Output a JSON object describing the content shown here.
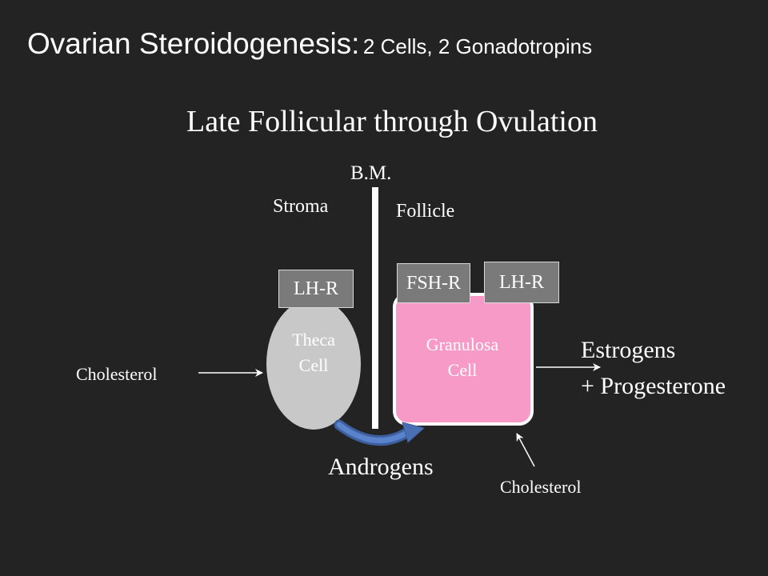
{
  "title": {
    "main": "Ovarian Steroidogenesis:",
    "sub": "2 Cells, 2 Gonadotropins"
  },
  "subtitle": "Late Follicular through Ovulation",
  "diagram": {
    "bm_label": "B.M.",
    "stroma_label": "Stroma",
    "follicle_label": "Follicle",
    "theca": {
      "receptor": "LH-R",
      "line1": "Theca",
      "line2": "Cell"
    },
    "granulosa": {
      "receptors": [
        "FSH-R",
        "LH-R"
      ],
      "line1": "Granulosa",
      "line2": "Cell"
    },
    "cholesterol_left": "Cholesterol",
    "cholesterol_bottom": "Cholesterol",
    "androgens": "Androgens",
    "output_line1": "Estrogens",
    "output_line2": "+ Progesterone"
  },
  "colors": {
    "background": "#232323",
    "theca_fill": "#c8c8c8",
    "granulosa_fill": "#f79ac8",
    "receptor_fill": "#7a7a7a",
    "androgen_arrow": "#4a6fb3"
  }
}
